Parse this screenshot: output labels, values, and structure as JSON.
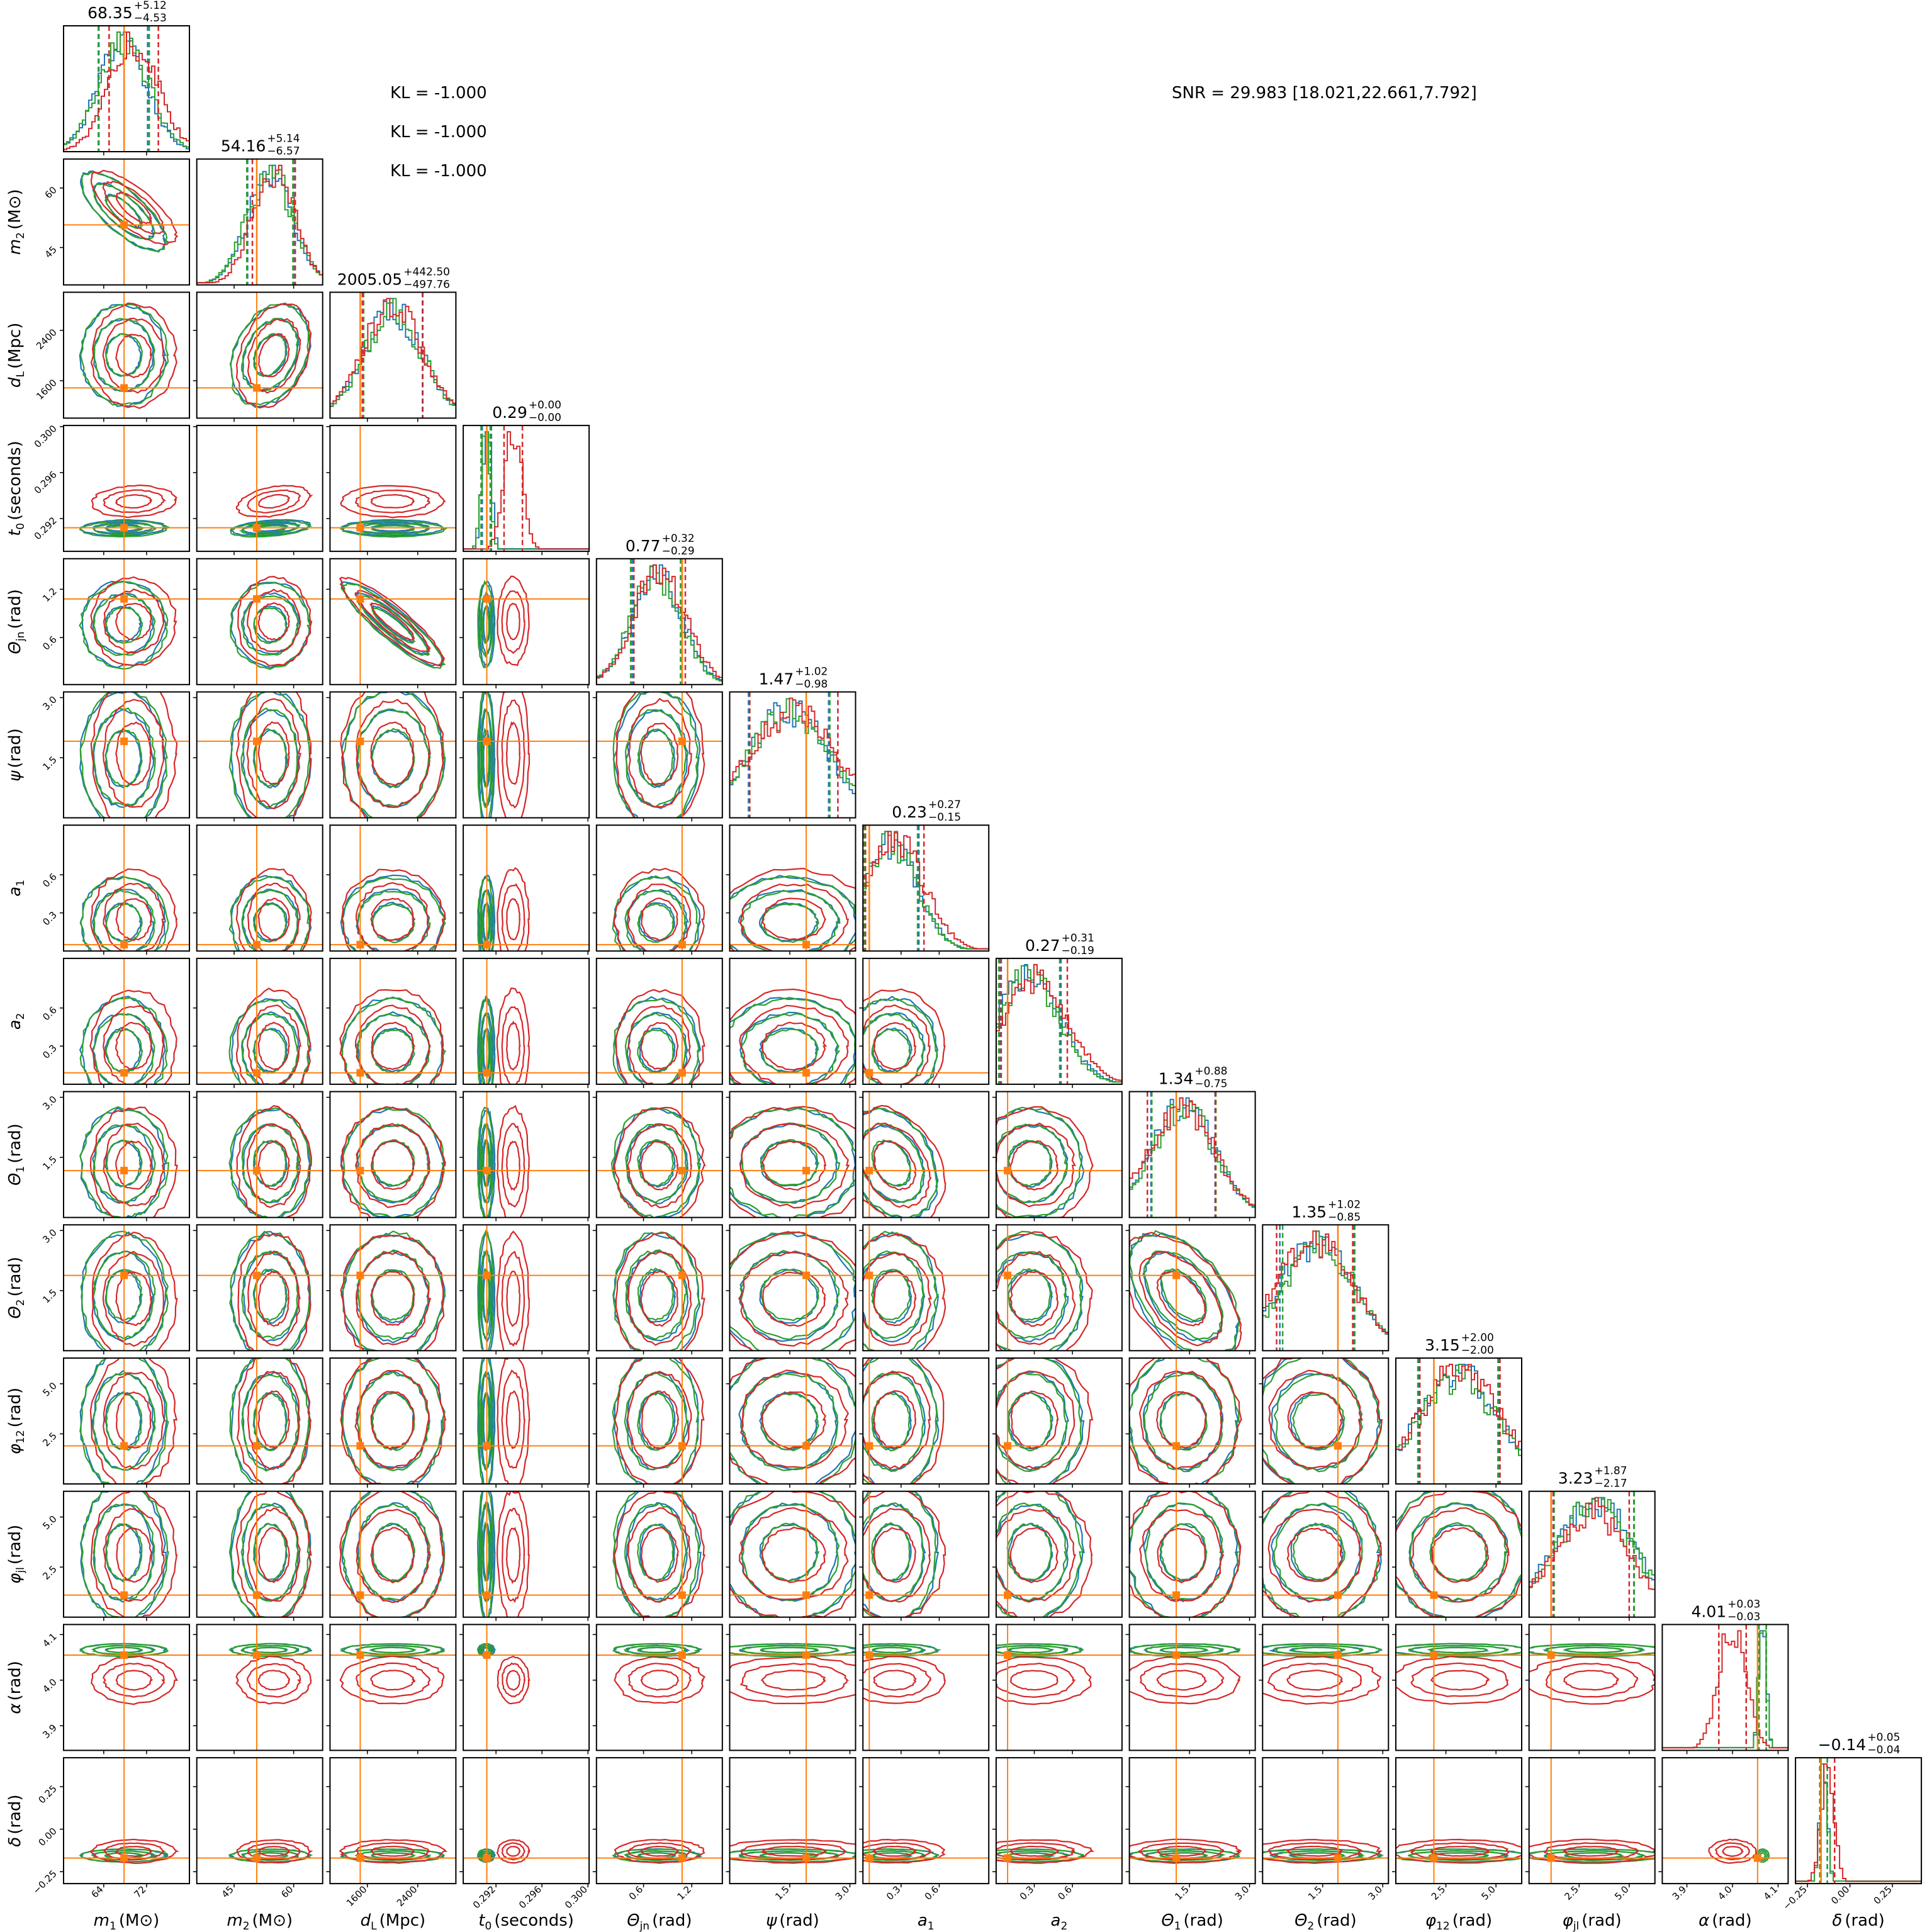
{
  "chart_data": {
    "type": "corner",
    "title": "",
    "colors": {
      "blue": "#1f77b4",
      "green": "#2ca02c",
      "red": "#d62728",
      "truth": "#ff7f0e"
    },
    "series": [
      {
        "name": "blue",
        "color": "#1f77b4"
      },
      {
        "name": "green",
        "color": "#2ca02c"
      },
      {
        "name": "red",
        "color": "#d62728"
      }
    ],
    "annotations": {
      "kl": [
        "KL = -1.000",
        "KL = -1.000",
        "KL = -1.000"
      ],
      "snr": "SNR = 29.983 [18.021,22.661,7.792]"
    },
    "params": [
      {
        "label": {
          "sym": "m",
          "sub": "1",
          "unit": "(M⊙)"
        },
        "title": {
          "median": "68.35",
          "plus": "+5.12",
          "minus": "−4.53"
        },
        "range": [
          56.5,
          80.0
        ],
        "ticks": [
          64,
          72
        ],
        "tick_labels": [
          "64",
          "72"
        ],
        "truth": 67.8,
        "posteriors": [
          [
            67.6,
            4.6
          ],
          [
            67.8,
            4.7
          ],
          [
            69.6,
            4.6
          ]
        ]
      },
      {
        "label": {
          "sym": "m",
          "sub": "2",
          "unit": "(M⊙)"
        },
        "title": {
          "median": "54.16",
          "plus": "+5.14",
          "minus": "−6.57"
        },
        "range": [
          35.6,
          67.3
        ],
        "ticks": [
          45,
          60
        ],
        "tick_labels": [
          "45",
          "60"
        ],
        "truth": 50.7,
        "posteriors": [
          [
            54.2,
            5.8
          ],
          [
            54.0,
            5.8
          ],
          [
            55.0,
            5.4
          ]
        ]
      },
      {
        "label": {
          "sym": "d",
          "sub": "L",
          "unit": "(Mpc)"
        },
        "title": {
          "median": "2005.05",
          "plus": "+442.50",
          "minus": "−497.76"
        },
        "range": [
          1006,
          3006
        ],
        "ticks": [
          1600,
          2400
        ],
        "tick_labels": [
          "1600",
          "2400"
        ],
        "truth": 1486,
        "posteriors": [
          [
            2005,
            470
          ],
          [
            2010,
            470
          ],
          [
            2000,
            480
          ]
        ]
      },
      {
        "label": {
          "sym": "t",
          "sub": "0",
          "unit": "(seconds)"
        },
        "title": {
          "median": "0.29",
          "plus": "+0.00",
          "minus": "−0.00"
        },
        "range": [
          0.28915,
          0.3001
        ],
        "ticks": [
          0.292,
          0.296,
          0.3
        ],
        "tick_labels": [
          "0.292",
          "0.296",
          "0.300"
        ],
        "truth": 0.2912,
        "posteriors": [
          [
            0.2912,
            0.0004
          ],
          [
            0.2911,
            0.0004
          ],
          [
            0.2935,
            0.0008
          ]
        ]
      },
      {
        "label": {
          "sym": "Θ",
          "sub": "jn",
          "unit": "(rad)"
        },
        "title": {
          "median": "0.77",
          "plus": "+0.32",
          "minus": "−0.29"
        },
        "range": [
          0.015,
          1.58
        ],
        "ticks": [
          0.6,
          1.2
        ],
        "tick_labels": [
          "0.6",
          "1.2"
        ],
        "truth": 1.08,
        "posteriors": [
          [
            0.77,
            0.31
          ],
          [
            0.75,
            0.31
          ],
          [
            0.8,
            0.32
          ]
        ]
      },
      {
        "label": {
          "sym": "ψ",
          "sub": "",
          "unit": "(rad)"
        },
        "title": {
          "median": "1.47",
          "plus": "+1.02",
          "minus": "−0.98"
        },
        "range": [
          0,
          3.1416
        ],
        "ticks": [
          1.5,
          3.0
        ],
        "tick_labels": [
          "1.5",
          "3.0"
        ],
        "truth": 1.91,
        "posteriors": [
          [
            1.47,
            1.0
          ],
          [
            1.5,
            1.0
          ],
          [
            1.6,
            1.1
          ]
        ]
      },
      {
        "label": {
          "sym": "a",
          "sub": "1",
          "unit": ""
        },
        "title": {
          "median": "0.23",
          "plus": "+0.27",
          "minus": "−0.15"
        },
        "range": [
          0,
          0.99
        ],
        "ticks": [
          0.3,
          0.6
        ],
        "tick_labels": [
          "0.3",
          "0.6"
        ],
        "truth": 0.05,
        "posteriors": [
          [
            0.23,
            0.21
          ],
          [
            0.22,
            0.21
          ],
          [
            0.25,
            0.23
          ]
        ]
      },
      {
        "label": {
          "sym": "a",
          "sub": "2",
          "unit": ""
        },
        "title": {
          "median": "0.27",
          "plus": "+0.31",
          "minus": "−0.19"
        },
        "range": [
          0,
          0.99
        ],
        "ticks": [
          0.3,
          0.6
        ],
        "tick_labels": [
          "0.3",
          "0.6"
        ],
        "truth": 0.09,
        "posteriors": [
          [
            0.27,
            0.24
          ],
          [
            0.26,
            0.24
          ],
          [
            0.3,
            0.26
          ]
        ]
      },
      {
        "label": {
          "sym": "Θ",
          "sub": "1",
          "unit": "(rad)"
        },
        "title": {
          "median": "1.34",
          "plus": "+0.88",
          "minus": "−0.75"
        },
        "range": [
          0,
          3.1416
        ],
        "ticks": [
          1.5,
          3.0
        ],
        "tick_labels": [
          "1.5",
          "3.0"
        ],
        "truth": 1.17,
        "posteriors": [
          [
            1.34,
            0.8
          ],
          [
            1.36,
            0.8
          ],
          [
            1.3,
            0.85
          ]
        ]
      },
      {
        "label": {
          "sym": "Θ",
          "sub": "2",
          "unit": "(rad)"
        },
        "title": {
          "median": "1.35",
          "plus": "+1.02",
          "minus": "−0.85"
        },
        "range": [
          0,
          3.1416
        ],
        "ticks": [
          1.5,
          3.0
        ],
        "tick_labels": [
          "1.5",
          "3.0"
        ],
        "truth": 1.88,
        "posteriors": [
          [
            1.35,
            0.92
          ],
          [
            1.4,
            0.9
          ],
          [
            1.3,
            0.95
          ]
        ]
      },
      {
        "label": {
          "sym": "φ",
          "sub": "12",
          "unit": "(rad)"
        },
        "title": {
          "median": "3.15",
          "plus": "+2.00",
          "minus": "−2.00"
        },
        "range": [
          0,
          6.2832
        ],
        "ticks": [
          2.5,
          5.0
        ],
        "tick_labels": [
          "2.5",
          "5.0"
        ],
        "truth": 1.9,
        "posteriors": [
          [
            3.15,
            2.0
          ],
          [
            3.1,
            2.0
          ],
          [
            3.2,
            2.0
          ]
        ]
      },
      {
        "label": {
          "sym": "φ",
          "sub": "jl",
          "unit": "(rad)"
        },
        "title": {
          "median": "3.23",
          "plus": "+1.87",
          "minus": "−2.17"
        },
        "range": [
          0,
          6.2832
        ],
        "ticks": [
          2.5,
          5.0
        ],
        "tick_labels": [
          "2.5",
          "5.0"
        ],
        "truth": 1.1,
        "posteriors": [
          [
            3.23,
            2.0
          ],
          [
            3.25,
            2.0
          ],
          [
            3.1,
            1.9
          ]
        ]
      },
      {
        "label": {
          "sym": "α",
          "sub": "",
          "unit": "(rad)"
        },
        "title": {
          "median": "4.01",
          "plus": "+0.03",
          "minus": "−0.03"
        },
        "range": [
          3.846,
          4.122
        ],
        "ticks": [
          3.9,
          4.0,
          4.1
        ],
        "tick_labels": [
          "3.9",
          "4.0",
          "4.1"
        ],
        "truth": 4.055,
        "posteriors": [
          [
            4.066,
            0.008
          ],
          [
            4.066,
            0.008
          ],
          [
            4.0,
            0.03
          ]
        ]
      },
      {
        "label": {
          "sym": "δ",
          "sub": "",
          "unit": "(rad)"
        },
        "title": {
          "median": "−0.14",
          "plus": "+0.05",
          "minus": "−0.04"
        },
        "range": [
          -0.32,
          0.42
        ],
        "ticks": [
          -0.25,
          0.0,
          0.25
        ],
        "tick_labels": [
          "−0.25",
          "0.00",
          "0.25"
        ],
        "truth": -0.17,
        "posteriors": [
          [
            -0.155,
            0.022
          ],
          [
            -0.155,
            0.022
          ],
          [
            -0.13,
            0.04
          ]
        ]
      }
    ],
    "correlations": [
      [
        0,
        1,
        -0.75
      ],
      [
        2,
        4,
        -0.9
      ],
      [
        1,
        2,
        0.3
      ],
      [
        1,
        3,
        0.35
      ],
      [
        0,
        3,
        0.1
      ],
      [
        6,
        8,
        -0.3
      ],
      [
        8,
        9,
        -0.5
      ]
    ]
  }
}
